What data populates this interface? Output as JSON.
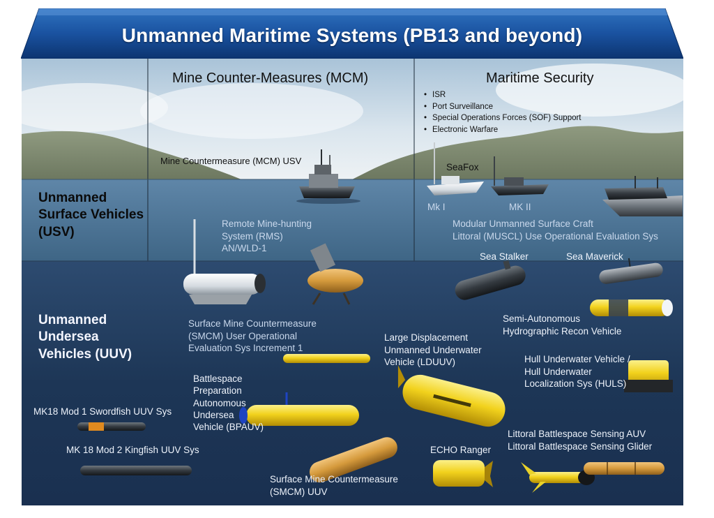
{
  "title": "Unmanned Maritime Systems (PB13 and beyond)",
  "columns": {
    "mcm": "Mine Counter-Measures (MCM)",
    "security": "Maritime Security"
  },
  "security_missions": [
    "ISR",
    "Port Surveillance",
    "Special Operations Forces (SOF) Support",
    "Electronic Warfare"
  ],
  "categories": {
    "usv": [
      "Unmanned",
      "Surface Vehicles",
      "(USV)"
    ],
    "uuv": [
      "Unmanned",
      "Undersea",
      "Vehicles (UUV)"
    ]
  },
  "labels": {
    "mcm_usv": "Mine Countermeasure (MCM) USV",
    "seafox": "SeaFox",
    "mk1": "Mk I",
    "mk2": "MK II",
    "rms": [
      "Remote Mine-hunting",
      "System (RMS)",
      "AN/WLD-1"
    ],
    "muscl": [
      "Modular Unmanned Surface Craft",
      "Littoral (MUSCL) Use Operational Evaluation Sys"
    ],
    "sea_stalker": "Sea Stalker",
    "sea_maverick": "Sea Maverick",
    "shrv": [
      "Semi-Autonomous",
      "Hydrographic Recon Vehicle"
    ],
    "smcm_increment": [
      "Surface Mine Countermeasure",
      "(SMCM) User Operational",
      "Evaluation Sys Increment 1"
    ],
    "lduuv": [
      "Large Displacement",
      "Unmanned Underwater",
      "Vehicle (LDUUV)"
    ],
    "huls": [
      "Hull Underwater Vehicle /",
      "Hull Underwater",
      "Localization Sys (HULS)"
    ],
    "bpauv": [
      "Battlespace",
      "Preparation",
      "Autonomous",
      "Undersea",
      "Vehicle (BPAUV)"
    ],
    "mk18_mod1": "MK18 Mod 1 Swordfish UUV Sys",
    "mk18_mod2": "MK 18 Mod 2 Kingfish UUV Sys",
    "echo_ranger": "ECHO Ranger",
    "lbs": [
      "Littoral Battlespace Sensing  AUV",
      "Littoral Battlespace  Sensing Glider"
    ],
    "smcm_uuv": [
      "Surface Mine Countermeasure",
      "(SMCM) UUV"
    ]
  },
  "colors": {
    "banner_top": "#1f5fa8",
    "banner_bottom": "#0d3a78",
    "sky": "#c9dcea",
    "surface_water": "#4d7596",
    "deep_water": "#1d3656",
    "vehicle_yellow": "#f2d21d"
  }
}
